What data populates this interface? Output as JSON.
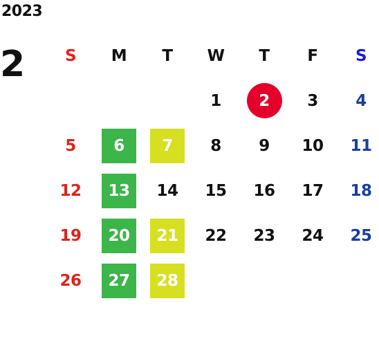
{
  "calendar": {
    "year": "2023",
    "month": "2",
    "weekdays": [
      "S",
      "M",
      "T",
      "W",
      "T",
      "F",
      "S"
    ],
    "weekday_colors": [
      "#e8211f",
      "#111111",
      "#111111",
      "#111111",
      "#111111",
      "#111111",
      "#1a1fd8"
    ],
    "colors": {
      "sunday": "#d9261c",
      "saturday": "#1b3f9c",
      "weekday": "#111111",
      "today_circle": "#e4002b",
      "highlight_green": "#3cb54a",
      "highlight_yellow": "#d6e021",
      "highlight_text": "#ffffff"
    },
    "today": "2",
    "weeks": [
      [
        "",
        "",
        "",
        "1",
        "2",
        "3",
        "4"
      ],
      [
        "5",
        "6",
        "7",
        "8",
        "9",
        "10",
        "11"
      ],
      [
        "12",
        "13",
        "14",
        "15",
        "16",
        "17",
        "18"
      ],
      [
        "19",
        "20",
        "21",
        "22",
        "23",
        "24",
        "25"
      ],
      [
        "26",
        "27",
        "28",
        "",
        "",
        "",
        ""
      ]
    ],
    "highlighted_green": [
      "6",
      "13",
      "20",
      "27"
    ],
    "highlighted_yellow": [
      "7",
      "21",
      "28"
    ]
  }
}
